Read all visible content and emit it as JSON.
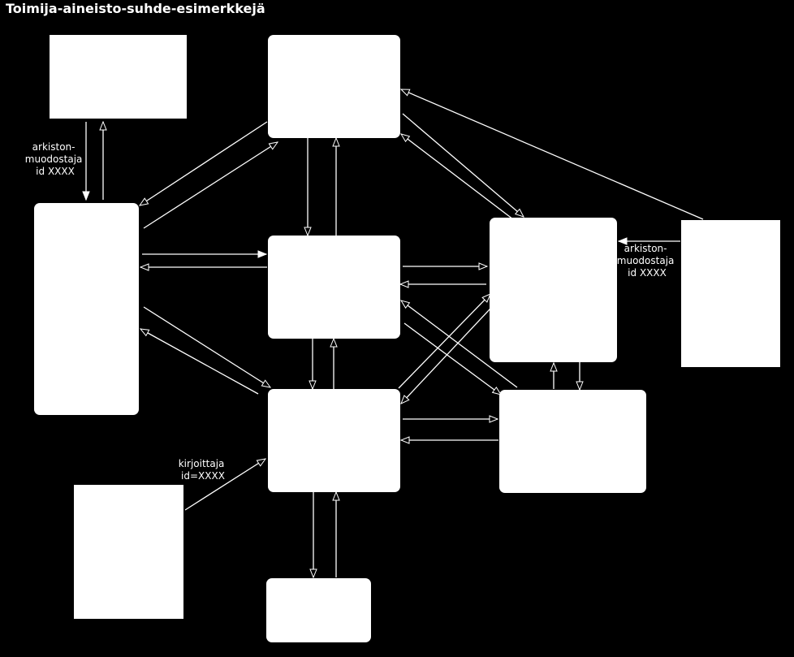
{
  "diagram": {
    "title": "Toimija-aineisto-suhde-esimerkkejä",
    "colors": {
      "background": "#000000",
      "node_fill": "#ffffff",
      "edge_stroke": "#ffffff"
    },
    "labels": {
      "archive_creator_left": [
        "arkiston-",
        "muodostaja",
        "id XXXX"
      ],
      "archive_creator_right": [
        "arkiston-",
        "muodostaja",
        "id XXXX"
      ],
      "writer": [
        "kirjoittaja",
        "id=XXXX"
      ]
    }
  }
}
